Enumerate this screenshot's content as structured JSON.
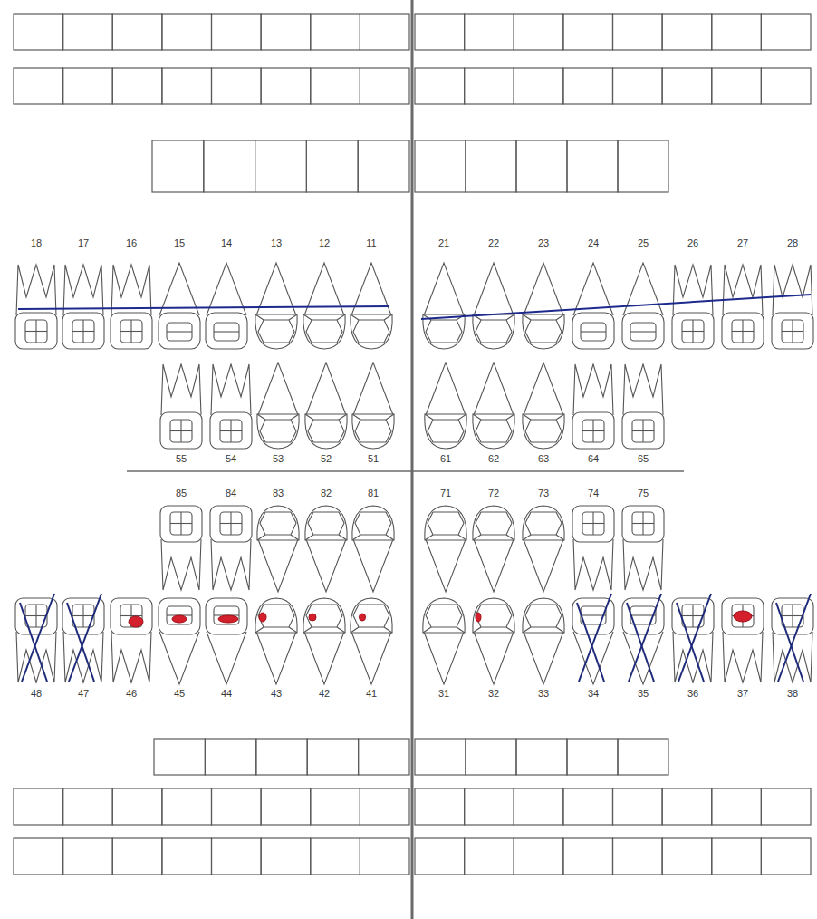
{
  "diagram": {
    "labels": [
      "18",
      "17",
      "16",
      "15",
      "14",
      "13",
      "12",
      "11",
      "21",
      "22",
      "23",
      "24",
      "25",
      "26",
      "27",
      "28",
      "55",
      "54",
      "53",
      "52",
      "51",
      "61",
      "62",
      "63",
      "64",
      "65",
      "85",
      "84",
      "83",
      "82",
      "81",
      "71",
      "72",
      "73",
      "74",
      "75",
      "48",
      "47",
      "46",
      "45",
      "44",
      "43",
      "42",
      "41",
      "31",
      "32",
      "33",
      "34",
      "35",
      "36",
      "37",
      "38"
    ]
  }
}
